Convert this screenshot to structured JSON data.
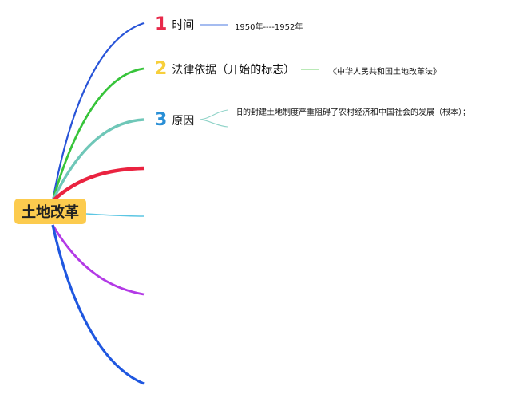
{
  "root": {
    "label": "土地改革"
  },
  "branches": [
    {
      "number": "1",
      "label": "时间",
      "detail": "1950年----1952年",
      "color": "#e8294a"
    },
    {
      "number": "2",
      "label": "法律依据（开始的标志）",
      "detail": "《中华人民共和国土地改革法》",
      "color": "#f7cf3b"
    },
    {
      "number": "3",
      "label": "原因",
      "detail": "旧的封建土地制度严重阻碍了农村经济和中国社会的发展（根本）；",
      "color": "#2a8fd6"
    }
  ]
}
